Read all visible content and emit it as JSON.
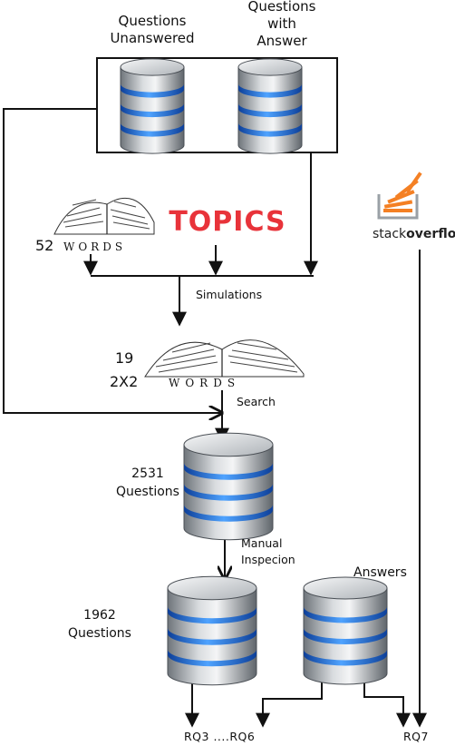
{
  "labels": {
    "questions_unanswered": "Questions\nUnanswered",
    "questions_with_answer": "Questions\nwith\nAnswer",
    "topics": "TOPICS",
    "count_52": "52",
    "words_a": "WORDS",
    "simulations": "Simulations",
    "count_19": "19",
    "count_2x2": "2X2",
    "words_b": "WORDS",
    "search": "Search",
    "questions_2531": "2531\nQuestions",
    "manual_inspecion": "Manual\nInspecion",
    "questions_1962": "1962\nQuestions",
    "answers": "Answers",
    "rq3_rq6": "RQ3 ....RQ6",
    "rq7": "RQ7"
  },
  "logo": {
    "stack_part": "stack",
    "overflow_part": "overflow"
  },
  "colors": {
    "topics_red": "#e8333a",
    "db_blue": "#2f7fe6",
    "db_grey": "#9aa0a6",
    "so_orange": "#f48024",
    "line": "#111111"
  }
}
